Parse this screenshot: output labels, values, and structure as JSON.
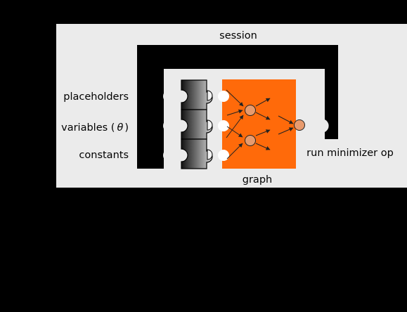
{
  "diagram": {
    "title": "session",
    "inputs": {
      "placeholders": "placeholders",
      "variables": "variables (",
      "theta": "θ",
      "variables_close": ")",
      "constants": "constants"
    },
    "output_label": "run minimizer op",
    "graph_label": "graph",
    "colors": {
      "background": "#000000",
      "panel": "#ebebeb",
      "session_frame": "#000000",
      "graph_fill": "#ff6a0a",
      "node_fill": "#e89b6e",
      "puzzle_dark": "#111111",
      "puzzle_light": "#d6d6d6"
    },
    "icons": [
      "puzzle-piece-icon",
      "neural-node-icon",
      "arrow-icon"
    ]
  }
}
